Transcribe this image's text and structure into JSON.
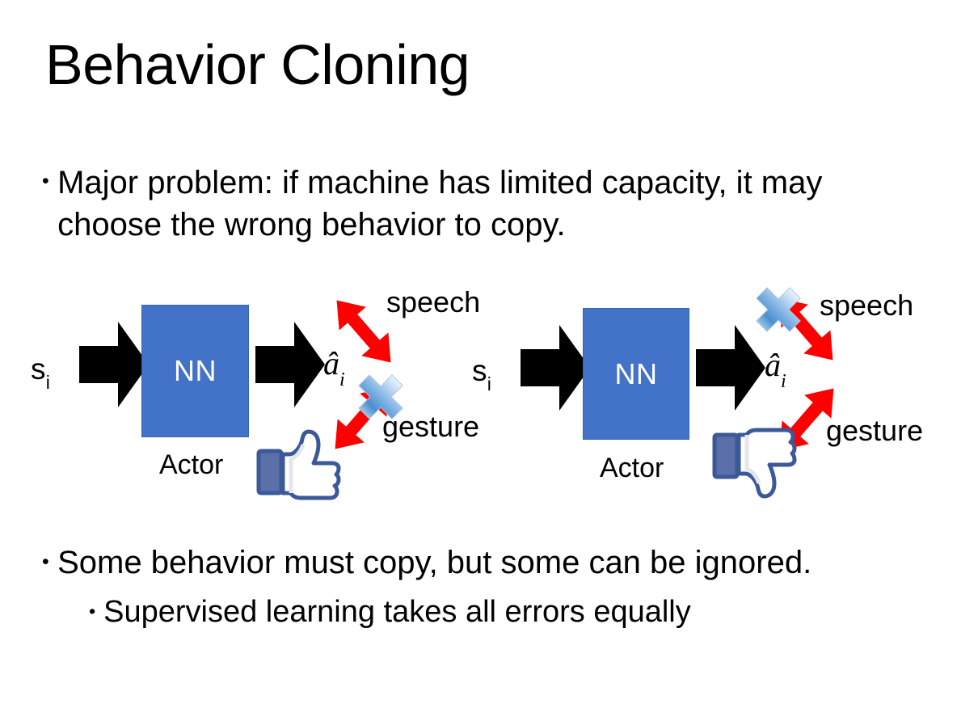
{
  "slide": {
    "title": "Behavior Cloning",
    "background_color": "#FFFFFF"
  },
  "bullets": {
    "top": {
      "marker": "•",
      "text": "Major problem: if machine has limited capacity, it may choose the wrong behavior to copy."
    },
    "bottom_primary": {
      "marker": "•",
      "text": "Some behavior must copy, but some can be ignored."
    },
    "bottom_secondary": {
      "marker": "•",
      "text": "Supervised learning takes all errors equally"
    }
  },
  "colors": {
    "nn_box_fill": "#4273C8",
    "nn_box_border": "#3764AE",
    "arrow_black": "#000000",
    "arrow_red": "#FF0000",
    "x_mark_blue_light": "#CFE2F7",
    "x_mark_blue_mid": "#5B9BD5",
    "x_mark_blue_dark": "#2E75B6",
    "thumb_outline": "#3B5998",
    "thumb_cuff": "#5B6FA8",
    "thumb_fill": "#FFFFFF",
    "thumb_shade": "#E4E6EB"
  },
  "diagrams": [
    {
      "id": "left",
      "state_label": "s",
      "state_subscript": "i",
      "nn_label": "NN",
      "actor_label": "Actor",
      "action_label": "â",
      "action_subscript": "i",
      "branches": [
        {
          "name": "speech",
          "label": "speech",
          "direction": "up-right",
          "crossed_out": false
        },
        {
          "name": "gesture",
          "label": "gesture",
          "direction": "down-right",
          "crossed_out": true
        }
      ],
      "feedback_icon": "thumbs-up",
      "feedback_meaning": "good"
    },
    {
      "id": "right",
      "state_label": "s",
      "state_subscript": "i",
      "nn_label": "NN",
      "actor_label": "Actor",
      "action_label": "â",
      "action_subscript": "i",
      "branches": [
        {
          "name": "speech",
          "label": "speech",
          "direction": "up-right",
          "crossed_out": true
        },
        {
          "name": "gesture",
          "label": "gesture",
          "direction": "down-right",
          "crossed_out": false
        }
      ],
      "feedback_icon": "thumbs-down",
      "feedback_meaning": "bad"
    }
  ]
}
